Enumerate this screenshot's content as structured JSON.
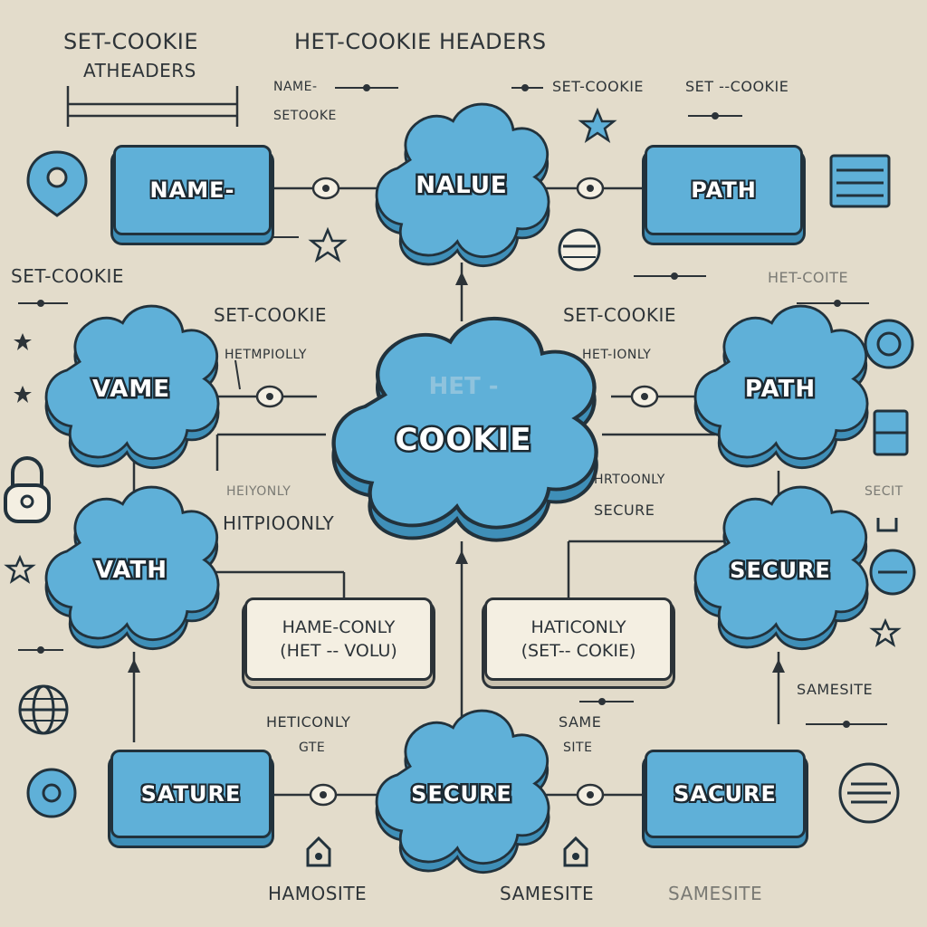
{
  "header": {
    "title_left_1": "SET-COOKIE",
    "title_left_2": "ATHEADERS",
    "title_right": "HET-COOKIE HEADERS"
  },
  "center": {
    "label": "COOKIE",
    "faded_label": "HET -"
  },
  "clouds": {
    "top": "NALUE",
    "left_upper": "VAME",
    "left_lower": "VATH",
    "right_upper": "PATH",
    "right_lower": "SECURE",
    "bottom": "SECURE"
  },
  "boxes": {
    "top_left": "NAME-",
    "top_right": "PATH",
    "bottom_left": "SATURE",
    "bottom_right": "SACURE"
  },
  "notes": {
    "left": {
      "line1": "HAME-CONLY",
      "line2": "(HET -- VOLU)"
    },
    "right": {
      "line1": "HATICONLY",
      "line2": "(SET-- COKIE)"
    }
  },
  "labels": {
    "name_setcookie_1": "NAME-",
    "name_setcookie_2": "SETOOKE",
    "top_set_cookie_a": "SET-COOKIE",
    "top_set_cookie_b": "SET --COOKIE",
    "left_set_cookie": "SET-COOKIE",
    "right_het_coite": "HET-COITE",
    "mid_left_set_cookie": "SET-COOKIE",
    "mid_left_httponly": "HETMPIOLLY",
    "mid_right_set_cookie": "SET-COOKIE",
    "mid_right_httponly": "HET-IONLY",
    "faded_httponly_left": "HEIYONLY",
    "httponly_left": "HITPIOONLY",
    "right_httoonly": "HRTOONLY",
    "right_secure": "SECURE",
    "faded_right_secit": "SECIT",
    "samesite_right": "SAMESITE",
    "bottom_hetonly": "HETICONLY",
    "bottom_gte": "GTE",
    "bottom_same": "SAME",
    "bottom_site": "SITE",
    "footer_hamosite": "HAMOSITE",
    "footer_samesite_1": "SAMESITE",
    "footer_samesite_2": "SAMESITE"
  },
  "colors": {
    "background": "#e3dccb",
    "accent": "#5fb0d8",
    "outline": "#22323c"
  },
  "icons": [
    "location-pin-icon",
    "star-icon",
    "list-icon",
    "clock-icon",
    "lock-icon",
    "globe-icon",
    "info-icon",
    "circle-icon"
  ]
}
